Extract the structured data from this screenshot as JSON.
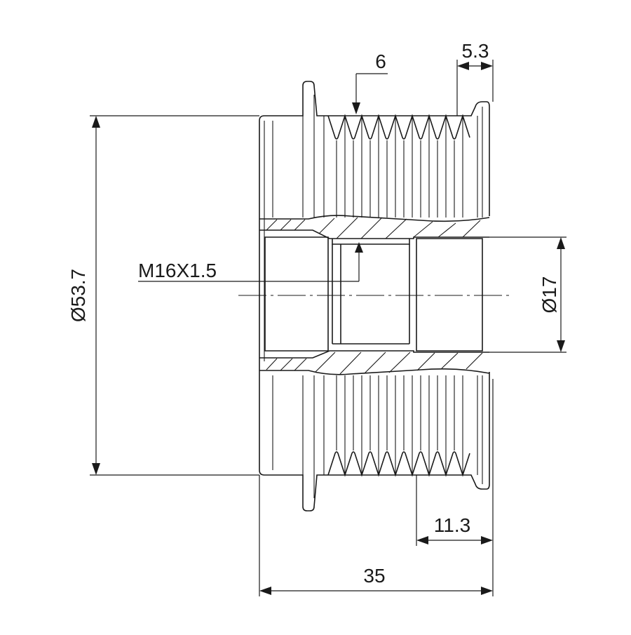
{
  "dimensions": {
    "groove_pitch": "6",
    "front_offset": "5.3",
    "outer_diameter": "Ø53.7",
    "thread": "M16X1.5",
    "bore_diameter": "Ø17",
    "bore_depth": "11.3",
    "overall_length": "35"
  }
}
